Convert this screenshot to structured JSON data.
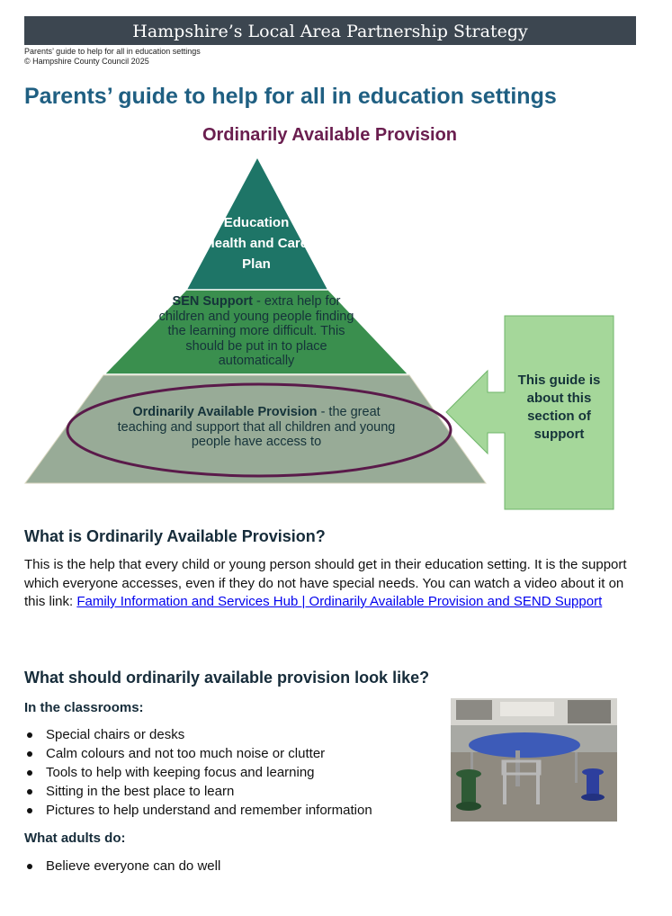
{
  "banner": {
    "title": "Hampshire’s Local Area Partnership Strategy"
  },
  "meta": {
    "doc_line": "Parents’ guide to help for all in education settings",
    "copyright": "© Hampshire County Council 2025"
  },
  "page": {
    "title": "Parents’ guide to help for all in education settings",
    "oap_heading": "Ordinarily Available Provision"
  },
  "pyramid": {
    "top": {
      "lines": [
        "Education",
        "Health and Care",
        "Plan"
      ]
    },
    "middle": {
      "bold": "SEN Support",
      "rest": " - extra help for children and young people finding the learning more difficult. This should be put in to place automatically"
    },
    "bottom": {
      "bold": "Ordinarily Available Provision",
      "rest": " - the great teaching and support that all children and young people have access to"
    },
    "callout": "This guide is about this section of support",
    "colors": {
      "top": "#1e7567",
      "middle": "#3a8f4e",
      "bottom": "#98ab97",
      "ellipse": "#5a1a4a",
      "callout": "#a5d79a"
    }
  },
  "section1": {
    "heading": "What is Ordinarily Available Provision?",
    "text": "This is the help that every child or young person should get in their education setting. It is the support which everyone accesses, even if they do not have special needs. You can watch a video about it on this link: ",
    "link_text": "Family Information and Services Hub | Ordinarily Available Provision and SEND Support"
  },
  "section2": {
    "heading": "What should ordinarily available provision look like?",
    "classrooms_heading": "In the classrooms:",
    "classroom_items": [
      "Special chairs or desks",
      "Calm colours and not too much noise or clutter",
      "Tools to help with keeping focus and learning",
      "Sitting in the best place to learn",
      "Pictures to help understand and remember information"
    ],
    "adults_heading": "What adults do:",
    "adult_items": [
      "Believe everyone can do well"
    ]
  }
}
